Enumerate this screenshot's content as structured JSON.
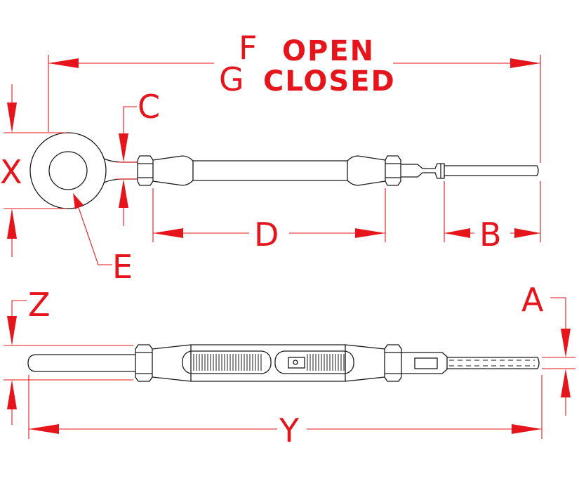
{
  "labels": {
    "f": "F",
    "open": "OPEN",
    "g": "G",
    "closed": "CLOSED",
    "c": "C",
    "x": "X",
    "d": "D",
    "b": "B",
    "e": "E",
    "z": "Z",
    "a": "A",
    "y": "Y"
  },
  "colors": {
    "dimension": "#e6141b",
    "outline": "#1a1a1a",
    "background": "#ffffff"
  }
}
